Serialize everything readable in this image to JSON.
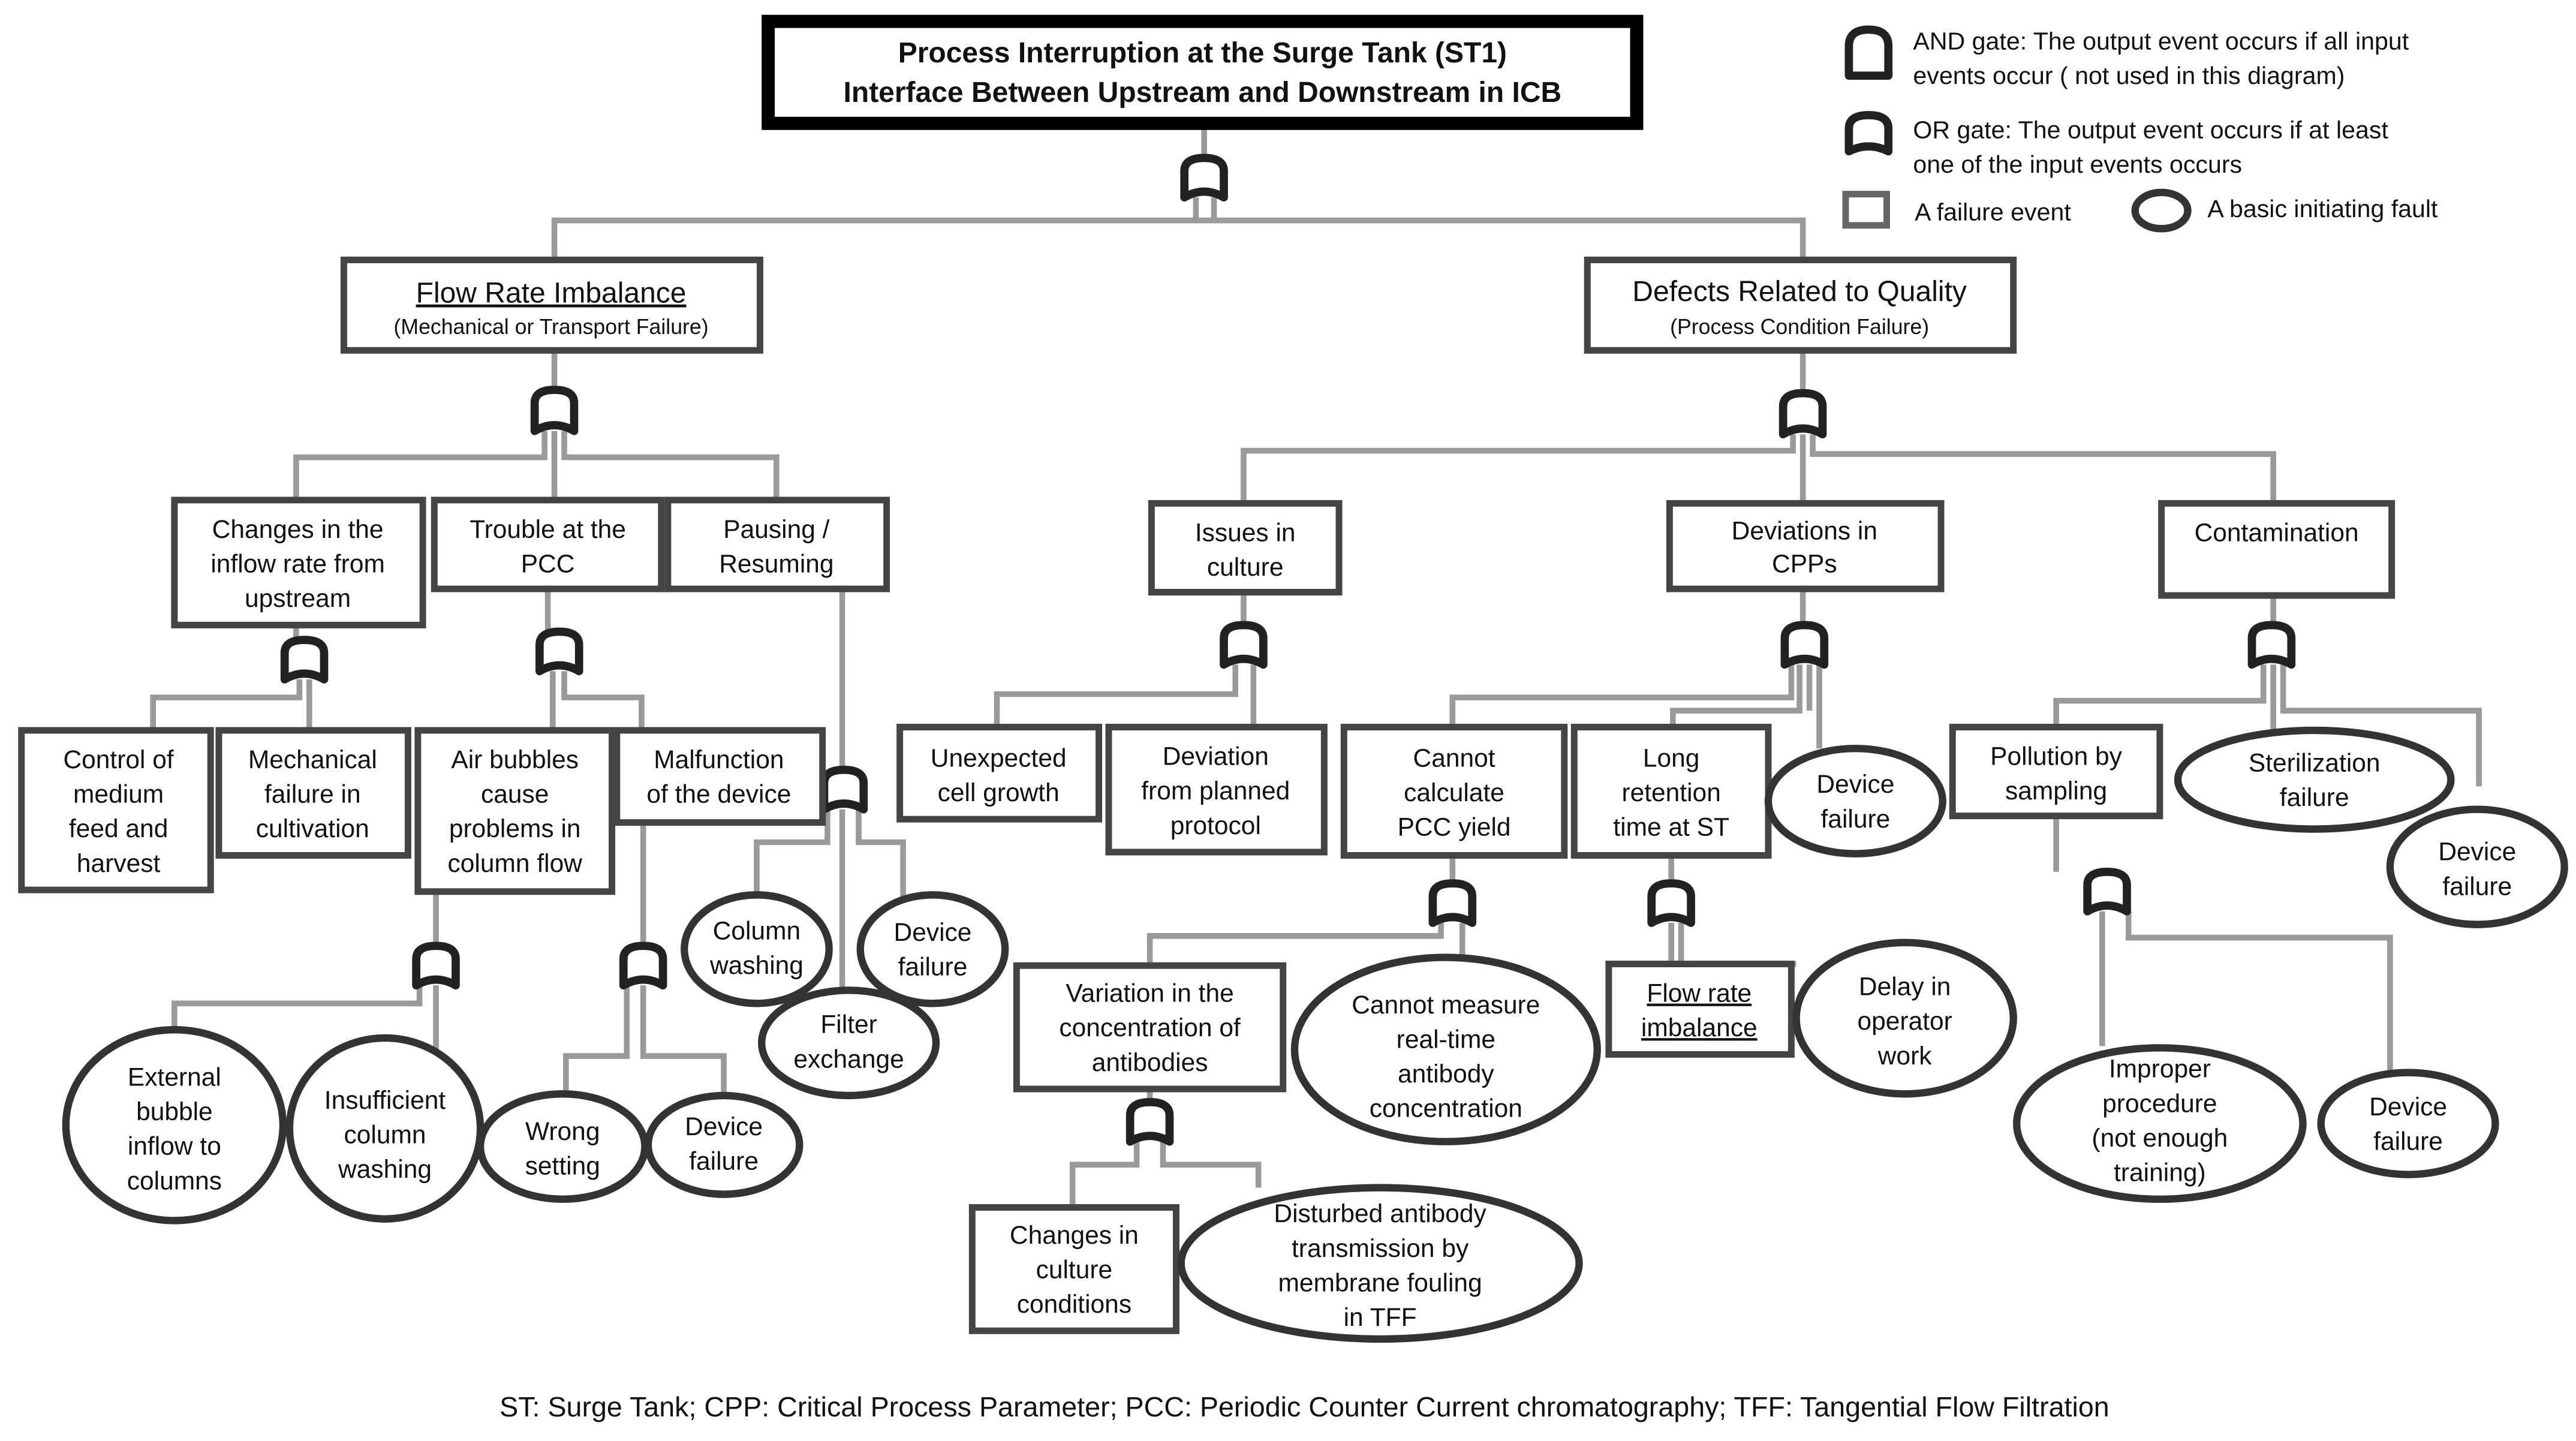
{
  "title": {
    "line1": "Process Interruption at the Surge Tank (ST1)",
    "line2": "Interface Between Upstream and Downstream in ICB"
  },
  "legend": {
    "and_gate": [
      "AND gate: The output event occurs if all input",
      "events occur ( not used in this diagram)"
    ],
    "or_gate": [
      "OR gate: The output event occurs if at least",
      "one of the input events occurs"
    ],
    "failure_event": "A failure event",
    "basic_fault": "A basic initiating fault"
  },
  "events": {
    "flow_imbalance": {
      "line1": "Flow Rate Imbalance",
      "line2": "(Mechanical or Transport Failure)"
    },
    "quality_defects": {
      "line1": "Defects Related to Quality",
      "line2": "(Process Condition Failure)"
    },
    "inflow_changes": [
      "Changes in the",
      "inflow rate from",
      "upstream"
    ],
    "pcc_trouble": [
      "Trouble at the",
      "PCC"
    ],
    "pausing": [
      "Pausing /",
      "Resuming"
    ],
    "culture_issues": [
      "Issues in",
      "culture"
    ],
    "cpp_deviations": [
      "Deviations in",
      "CPPs"
    ],
    "contamination": [
      "Contamination"
    ],
    "medium_control": [
      "Control of",
      "medium",
      "feed and",
      "harvest"
    ],
    "mech_failure": [
      "Mechanical",
      "failure in",
      "cultivation"
    ],
    "air_bubbles": [
      "Air bubbles",
      "cause",
      "problems in",
      "column flow"
    ],
    "device_malfunction": [
      "Malfunction",
      "of the device"
    ],
    "unexpected_growth": [
      "Unexpected",
      "cell growth"
    ],
    "protocol_deviation": [
      "Deviation",
      "from planned",
      "protocol"
    ],
    "pcc_yield": [
      "Cannot",
      "calculate",
      "PCC yield"
    ],
    "long_retention": [
      "Long",
      "retention",
      "time at ST"
    ],
    "sampling_pollution": [
      "Pollution by",
      "sampling"
    ],
    "antibody_variation": [
      "Variation in the",
      "concentration of",
      "antibodies"
    ],
    "flow_imbalance_st": [
      "Flow rate",
      "imbalance"
    ],
    "culture_changes": [
      "Changes in",
      "culture",
      "conditions"
    ]
  },
  "faults": {
    "device_fail_cpp": [
      "Device",
      "failure"
    ],
    "sterilization": [
      "Sterilization",
      "failure"
    ],
    "device_fail_contam": [
      "Device",
      "failure"
    ],
    "column_wash": [
      "Column",
      "washing"
    ],
    "device_fail_pause": [
      "Device",
      "failure"
    ],
    "filter_exchange": [
      "Filter",
      "exchange"
    ],
    "realtime_measure": [
      "Cannot measure",
      "real-time",
      "antibody",
      "concentration"
    ],
    "operator_delay": [
      "Delay in",
      "operator",
      "work"
    ],
    "external_bubble": [
      "External",
      "bubble",
      "inflow to",
      "columns"
    ],
    "insufficient_wash": [
      "Insufficient",
      "column",
      "washing"
    ],
    "wrong_setting": [
      "Wrong",
      "setting"
    ],
    "device_fail_malf": [
      "Device",
      "failure"
    ],
    "improper_procedure": [
      "Improper",
      "procedure",
      "(not enough",
      "training)"
    ],
    "device_fail_sampling": [
      "Device",
      "failure"
    ],
    "membrane_fouling": [
      "Disturbed antibody",
      "transmission by",
      "membrane fouling",
      "in TFF"
    ]
  },
  "footnote": "ST: Surge Tank; CPP: Critical Process Parameter; PCC: Periodic Counter Current chromatography; TFF: Tangential Flow Filtration"
}
